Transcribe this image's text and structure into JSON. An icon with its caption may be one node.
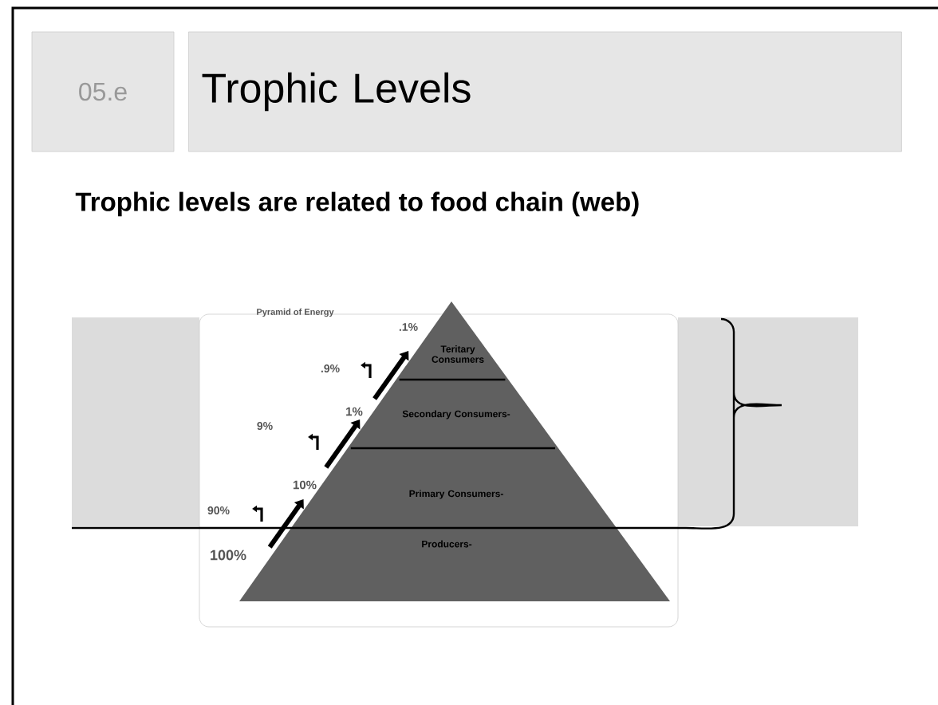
{
  "diagram": {
    "title": "Trophic Levels",
    "nodes": [
      {
        "text": [
          "Teritary Consumers"
        ]
      },
      {
        "text": [
          "Secondary Consumers-"
        ]
      },
      {
        "text": [
          "Primary Consumers-"
        ]
      },
      {
        "text": [
          "Producers-"
        ]
      }
    ],
    "edges": [
      {
        "from": 3,
        "to": 2,
        "arrow": "to"
      },
      {
        "from": 2,
        "to": 1,
        "arrow": "to"
      },
      {
        "from": 1,
        "to": 0,
        "arrow": "to"
      }
    ],
    "labels": [
      "05.e",
      "Trophic levels are related to food chain (web)",
      "Pyramid of Energy",
      ".1%",
      ".9%",
      "1%",
      "9%",
      "10%",
      "90%",
      "100%"
    ]
  }
}
